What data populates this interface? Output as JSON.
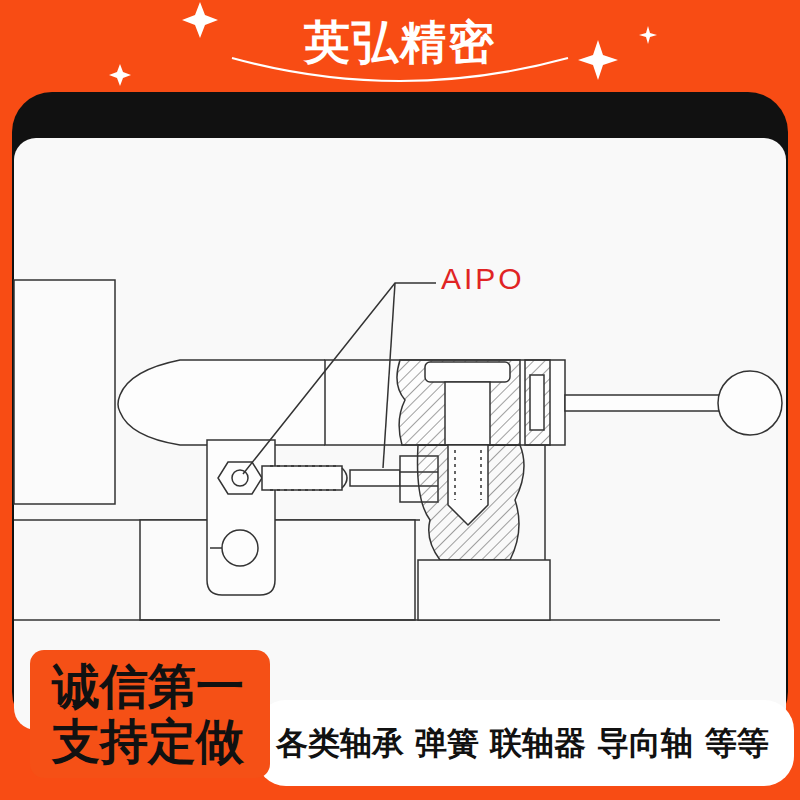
{
  "diagram": {
    "title": "英弘精密",
    "nodes": [
      {
        "text": [
          "诚信第一 支持定做"
        ]
      },
      {
        "text": [
          "各类轴承 弹簧 联轴器 导向轴 等等"
        ]
      }
    ],
    "labels": [
      "AIPO"
    ]
  }
}
